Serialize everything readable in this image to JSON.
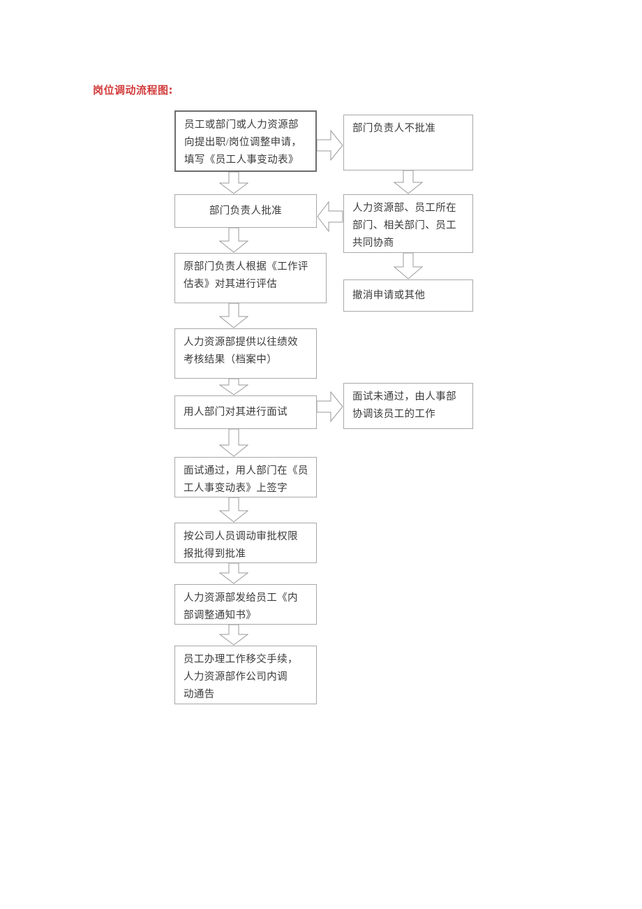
{
  "page": {
    "title": "岗位调动流程图:",
    "title_color": "#d23b3b",
    "background": "#ffffff",
    "box_border_color": "#a8a8a8",
    "arrow_outline_color": "#9a9a9a",
    "text_color": "#3a3a3a"
  },
  "chart_data": {
    "type": "diagram",
    "title": "岗位调动流程图:",
    "orientation": "top-to-bottom",
    "nodes": [
      {
        "id": "n1",
        "label": "员工或部门或人力资源部向提出职/岗位调整申请，填写《员工人事变动表》",
        "lines": [
          "员工或部门或人力资源部",
          "向提出职/岗位调整申请，",
          "填写《员工人事变动表》"
        ],
        "column": "left",
        "emphasis": true
      },
      {
        "id": "n2",
        "label": "部门负责人批准",
        "lines": [
          "部门负责人批准"
        ],
        "column": "left",
        "emphasis": false
      },
      {
        "id": "n3",
        "label": "原部门负责人根据《工作评估表》对其进行评估",
        "lines": [
          "原部门负责人根据《工作评",
          "估表》对其进行评估"
        ],
        "column": "left",
        "emphasis": false
      },
      {
        "id": "n4",
        "label": "人力资源部提供以往绩效考核结果（档案中）",
        "lines": [
          "人力资源部提供以往绩效",
          "考核结果（档案中）"
        ],
        "column": "left",
        "emphasis": false
      },
      {
        "id": "n5",
        "label": "用人部门对其进行面试",
        "lines": [
          "用人部门对其进行面试"
        ],
        "column": "left",
        "emphasis": false
      },
      {
        "id": "n6",
        "label": "面试通过，用人部门在《员工人事变动表》上签字",
        "lines": [
          "面试通过，用人部门在《员",
          "工人事变动表》上签字"
        ],
        "column": "left",
        "emphasis": false
      },
      {
        "id": "n7",
        "label": "按公司人员调动审批权限报批得到批准",
        "lines": [
          "按公司人员调动审批权限",
          "报批得到批准"
        ],
        "column": "left",
        "emphasis": false
      },
      {
        "id": "n8",
        "label": "人力资源部发给员工《内部调整通知书》",
        "lines": [
          "人力资源部发给员工《内",
          "部调整通知书》"
        ],
        "column": "left",
        "emphasis": false
      },
      {
        "id": "n9",
        "label": "员工办理工作移交手续，人力资源部作公司内调动通告",
        "lines": [
          "员工办理工作移交手续，",
          "人力资源部作公司内调",
          "动通告"
        ],
        "column": "left",
        "emphasis": false
      },
      {
        "id": "r1",
        "label": "部门负责人不批准",
        "lines": [
          "部门负责人不批准"
        ],
        "column": "right",
        "emphasis": false
      },
      {
        "id": "r2",
        "label": "人力资源部、员工所在部门、相关部门、员工共同协商",
        "lines": [
          "人力资源部、员工所在",
          "部门、相关部门、员工",
          "共同协商"
        ],
        "column": "right",
        "emphasis": false
      },
      {
        "id": "r3",
        "label": "撤消申请或其他",
        "lines": [
          "撤消申请或其他"
        ],
        "column": "right",
        "emphasis": false
      },
      {
        "id": "r4",
        "label": "面试未通过，由人事部协调该员工的工作",
        "lines": [
          "面试未通过，由人事部",
          "协调该员工的工作"
        ],
        "column": "right",
        "emphasis": false
      }
    ],
    "edges": [
      {
        "from": "n1",
        "to": "n2",
        "direction": "down"
      },
      {
        "from": "n1",
        "to": "r1",
        "direction": "right"
      },
      {
        "from": "r1",
        "to": "r2",
        "direction": "down"
      },
      {
        "from": "r2",
        "to": "n2",
        "direction": "left"
      },
      {
        "from": "r2",
        "to": "r3",
        "direction": "down"
      },
      {
        "from": "n2",
        "to": "n3",
        "direction": "down"
      },
      {
        "from": "n3",
        "to": "n4",
        "direction": "down"
      },
      {
        "from": "n4",
        "to": "n5",
        "direction": "down"
      },
      {
        "from": "n5",
        "to": "r4",
        "direction": "right"
      },
      {
        "from": "n5",
        "to": "n6",
        "direction": "down"
      },
      {
        "from": "n6",
        "to": "n7",
        "direction": "down"
      },
      {
        "from": "n7",
        "to": "n8",
        "direction": "down"
      },
      {
        "from": "n8",
        "to": "n9",
        "direction": "down"
      }
    ]
  },
  "nodes": {
    "n1": {
      "l0": "员工或部门或人力资源部",
      "l1": "向提出职/岗位调整申请，",
      "l2": "填写《员工人事变动表》"
    },
    "n2": {
      "l0": "部门负责人批准"
    },
    "n3": {
      "l0": "原部门负责人根据《工作评",
      "l1": "估表》对其进行评估"
    },
    "n4": {
      "l0": "人力资源部提供以往绩效",
      "l1": "考核结果（档案中）"
    },
    "n5": {
      "l0": "用人部门对其进行面试"
    },
    "n6": {
      "l0": "面试通过，用人部门在《员",
      "l1": "工人事变动表》上签字"
    },
    "n7": {
      "l0": "按公司人员调动审批权限",
      "l1": "报批得到批准"
    },
    "n8": {
      "l0": "人力资源部发给员工《内",
      "l1": "部调整通知书》"
    },
    "n9": {
      "l0": "员工办理工作移交手续，",
      "l1": "人力资源部作公司内调",
      "l2": "动通告"
    },
    "r1": {
      "l0": "部门负责人不批准"
    },
    "r2": {
      "l0": "人力资源部、员工所在",
      "l1": "部门、相关部门、员工",
      "l2": "共同协商"
    },
    "r3": {
      "l0": "撤消申请或其他"
    },
    "r4": {
      "l0": "面试未通过，由人事部",
      "l1": "协调该员工的工作"
    }
  }
}
